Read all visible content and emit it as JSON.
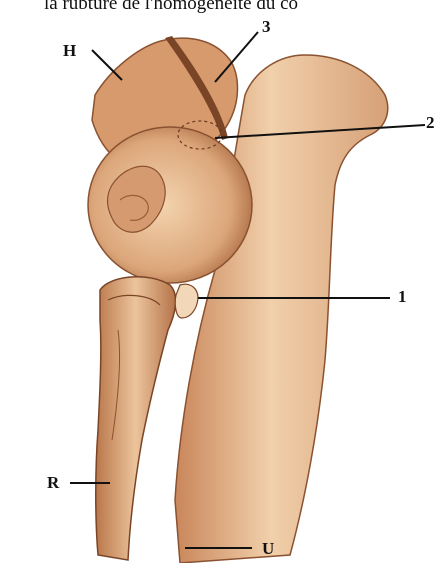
{
  "caption": {
    "text": "la rubture de l'homogénéité du co"
  },
  "labels": {
    "h": "H",
    "three": "3",
    "two": "2",
    "one": "1",
    "r": "R",
    "u": "U"
  },
  "colors": {
    "bone_light": "#f2d2ab",
    "bone_mid": "#d9a478",
    "bone_dark": "#9a5f36",
    "shadow": "#6b3b1f",
    "line": "#111111"
  }
}
